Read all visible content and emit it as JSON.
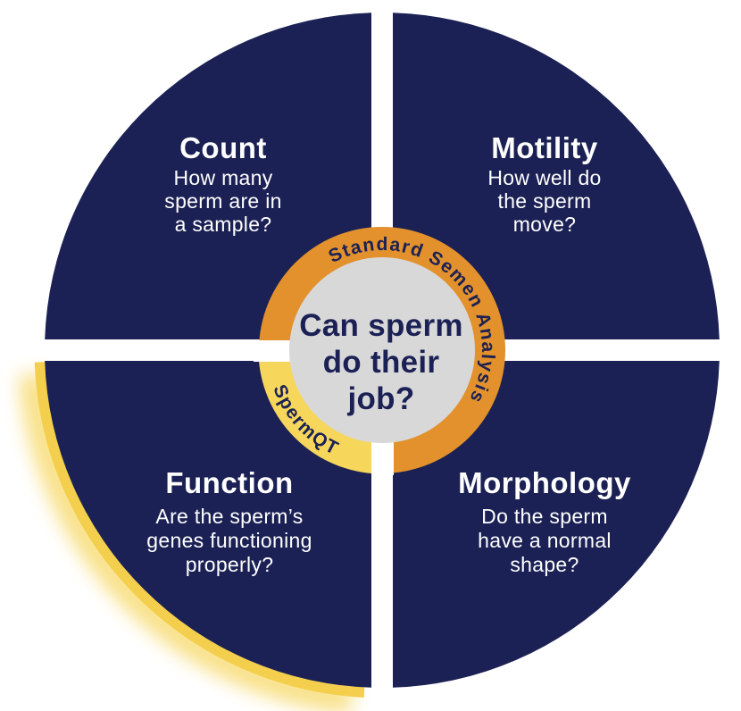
{
  "diagram": {
    "center": {
      "lines": [
        "Can sperm",
        "do their",
        "job?"
      ]
    },
    "ring": {
      "outer_label": "Standard Semen Analysis",
      "segment_label": "SpermQT"
    },
    "quadrants": [
      {
        "id": "count",
        "label": "Count",
        "lines": [
          "How many",
          "sperm are in",
          "a sample?"
        ]
      },
      {
        "id": "motility",
        "label": "Motility",
        "lines": [
          "How well do",
          "the sperm",
          "move?"
        ]
      },
      {
        "id": "function",
        "label": "Function",
        "lines": [
          "Are the sperm’s",
          "genes functioning",
          "properly?"
        ]
      },
      {
        "id": "morphology",
        "label": "Morphology",
        "lines": [
          "Do the sperm",
          "have a normal",
          "shape?"
        ]
      }
    ],
    "colors": {
      "navy": "#1B2154",
      "orange": "#E2912C",
      "yellow": "#F6D65B",
      "highlight_glow": "#F4CF4D",
      "center_gray": "#D8D8D9",
      "text_light": "#FFFFFF"
    }
  }
}
